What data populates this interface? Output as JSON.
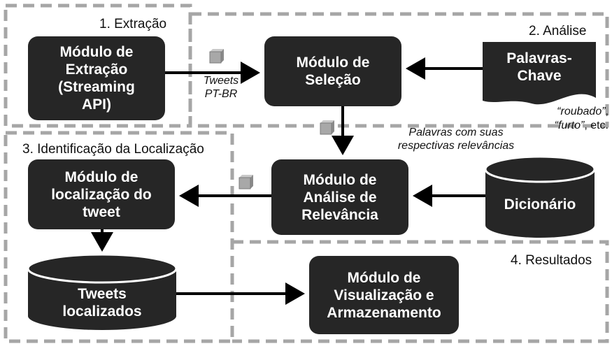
{
  "sections": {
    "extracao": "1. Extração",
    "analise": "2. Análise",
    "localizacao": "3. Identificação da Localização",
    "resultados": "4. Resultados"
  },
  "nodes": {
    "modulo_extracao": "Módulo de\nExtração\n(Streaming\nAPI)",
    "modulo_selecao": "Módulo de\nSeleção",
    "palavras_chave": "Palavras-\nChave",
    "modulo_relevancia": "Módulo de\nAnálise de\nRelevância",
    "dicionario": "Dicionário",
    "modulo_localizacao": "Módulo de\nlocalização do\ntweet",
    "tweets_localizados": "Tweets\nlocalizados",
    "modulo_visualizacao": "Módulo de\nVisualização e\nArmazenamento"
  },
  "edge_labels": {
    "tweets_ptbr": "Tweets\nPT-BR",
    "palavras_relevancias": "Palavras com suas\nrespectivas relevâncias"
  },
  "keyword_note": {
    "ex1": "“roubado”",
    "sep1": ",",
    "ex2": "“furto”",
    "sep2": ", etc."
  },
  "colors": {
    "node_fill": "#262626",
    "section_border": "#a6a6a6",
    "edge": "#000000",
    "token": "#a8a8a8"
  }
}
